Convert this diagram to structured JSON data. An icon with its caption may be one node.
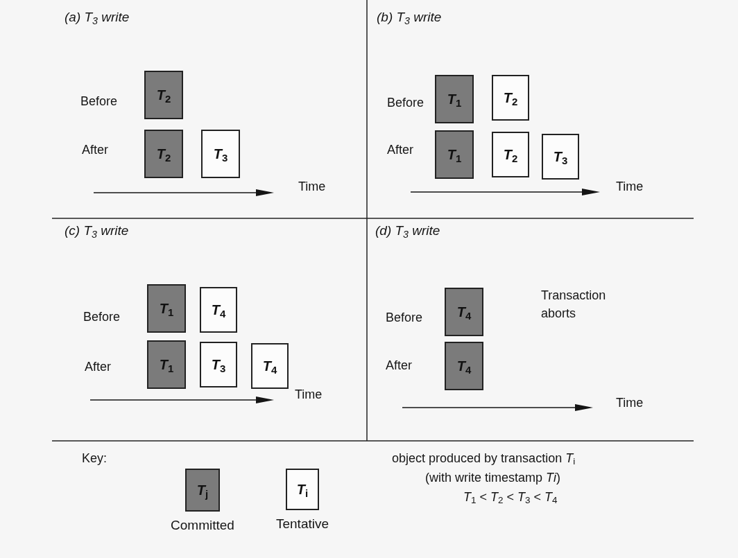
{
  "diagram": {
    "nodes": [
      {
        "text": [
          "*T*$_{2}$"
        ]
      },
      {
        "text": [
          "*T*$_{2}$"
        ]
      },
      {
        "text": [
          "*T*$_{3}$"
        ]
      },
      {
        "text": [
          "*T*$_{1}$"
        ]
      },
      {
        "text": [
          "*T*$_{2}$"
        ]
      },
      {
        "text": [
          "*T*$_{1}$"
        ]
      },
      {
        "text": [
          "*T*$_{2}$"
        ]
      },
      {
        "text": [
          "*T*$_{3}$"
        ]
      },
      {
        "text": [
          "*T*$_{1}$"
        ]
      },
      {
        "text": [
          "*T*$_{4}$"
        ]
      },
      {
        "text": [
          "*T*$_{1}$"
        ]
      },
      {
        "text": [
          "*T*$_{3}$"
        ]
      },
      {
        "text": [
          "*T*$_{4}$"
        ]
      },
      {
        "text": [
          "*T*$_{4}$"
        ]
      },
      {
        "text": [
          "*T*$_{4}$"
        ]
      },
      {
        "text": [
          "*T*$_{j}$"
        ],
        "beside": [
          "Committed"
        ]
      },
      {
        "text": [
          "*T*$_{i}$"
        ],
        "beside": [
          "Tentative"
        ]
      }
    ],
    "labels": [
      "(a) T$_{3}$ write",
      "Before",
      "After",
      "Time",
      "(b) T$_{3}$ write",
      "Before",
      "After",
      "Time",
      "(c) T$_{3}$ write",
      "Before",
      "After",
      "Time",
      "(d) T$_{3}$ write",
      "Transaction aborts",
      "Before",
      "After",
      "Time",
      "Key:",
      "object produced by transaction *T*$_{i}$",
      "(with write timestamp *Ti*)",
      "*T*$_{1}$ < *T*$_{2}$ < *T*$_{3}$ < *T*$_{4}$"
    ]
  }
}
